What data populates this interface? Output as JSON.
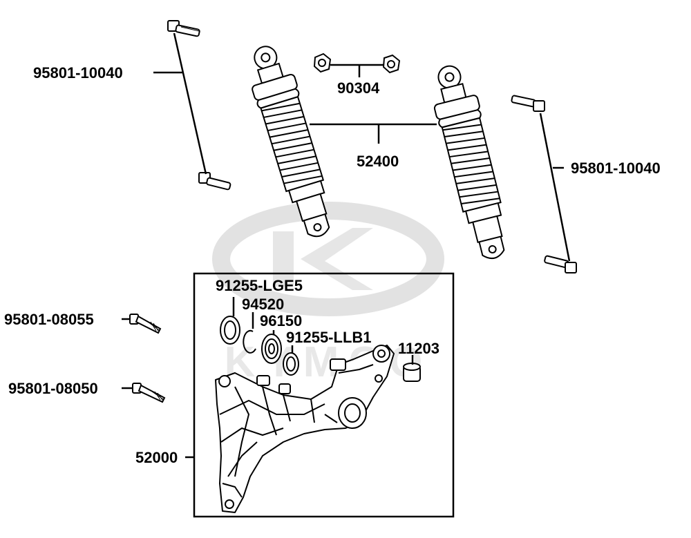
{
  "watermark": {
    "brand": "KYMCO"
  },
  "labels": {
    "bolt_upper_left": "95801-10040",
    "nut_upper": "90304",
    "shock_absorber": "52400",
    "bolt_upper_right": "95801-10040",
    "oil_seal": "91255-LGE5",
    "circlip": "94520",
    "bearing": "96150",
    "oil_seal_inner": "91255-LLB1",
    "bushing": "11203",
    "bolt_08055": "95801-08055",
    "bolt_08050": "95801-08050",
    "swing_arm": "52000"
  },
  "colors": {
    "line": "#000000",
    "watermark": "#e6e6e6"
  }
}
